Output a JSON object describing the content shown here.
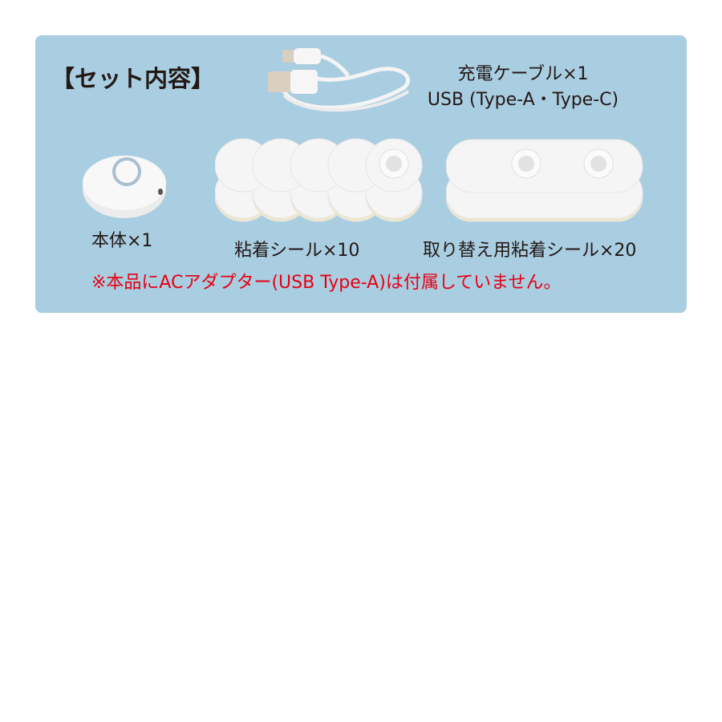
{
  "panel": {
    "title": "【セット内容】",
    "background_color": "#a9cde1",
    "items": [
      {
        "name": "charging-cable",
        "label_line1": "充電ケーブル×1",
        "label_line2": "USB (Type-A・Type-C)"
      },
      {
        "name": "main-unit",
        "label": "本体×1"
      },
      {
        "name": "adhesive-seals",
        "label": "粘着シール×10"
      },
      {
        "name": "replacement-seals",
        "label": "取り替え用粘着シール×20"
      }
    ],
    "note": "※本品にACアダプター(USB Type-A)は付属していません。",
    "note_color": "#e60012"
  }
}
